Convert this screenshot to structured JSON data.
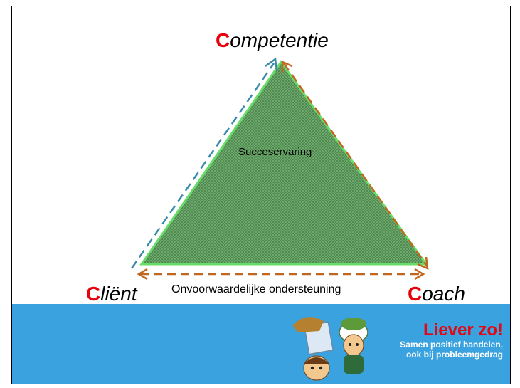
{
  "diagram": {
    "top": {
      "cap": "C",
      "rest": "ompetentie"
    },
    "left": {
      "cap": "C",
      "rest": "liënt"
    },
    "right": {
      "cap": "C",
      "rest": "oach"
    },
    "center_text": "Succeservaring",
    "bottom_text": "Onvoorwaardelijke ondersteuning"
  },
  "brand": {
    "title": "Liever zo!",
    "line1": "Samen positief handelen,",
    "line2": "ook bij probleemgedrag"
  },
  "colors": {
    "triangle_fill": "#5c9c5c",
    "triangle_stroke": "#66dd66",
    "left_arrow": "#3a8aaa",
    "right_arrow": "#c0661e",
    "accent_red": "#e8000a",
    "footer_blue": "#3aa2df"
  }
}
